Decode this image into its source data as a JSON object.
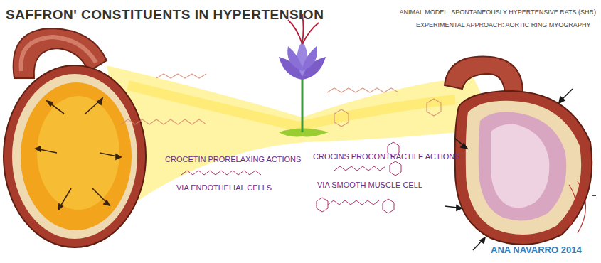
{
  "diagram": {
    "title": "SAFFRON' CONSTITUENTS IN HYPERTENSION",
    "labels": [
      "ANIMAL MODEL: SPONTANEOUSLY HYPERTENSIVE RATS (SHR)",
      "EXPERIMENTAL APPROACH: AORTIC RING MYOGRAPHY",
      "CROCETIN PRORELAXING ACTIONS",
      "VIA ENDOTHELIAL CELLS",
      "CROCINS PROCONTRACTILE ACTIONS",
      "VIA SMOOTH MUSCLE CELL",
      "ANA NAVARRO 2014"
    ]
  }
}
